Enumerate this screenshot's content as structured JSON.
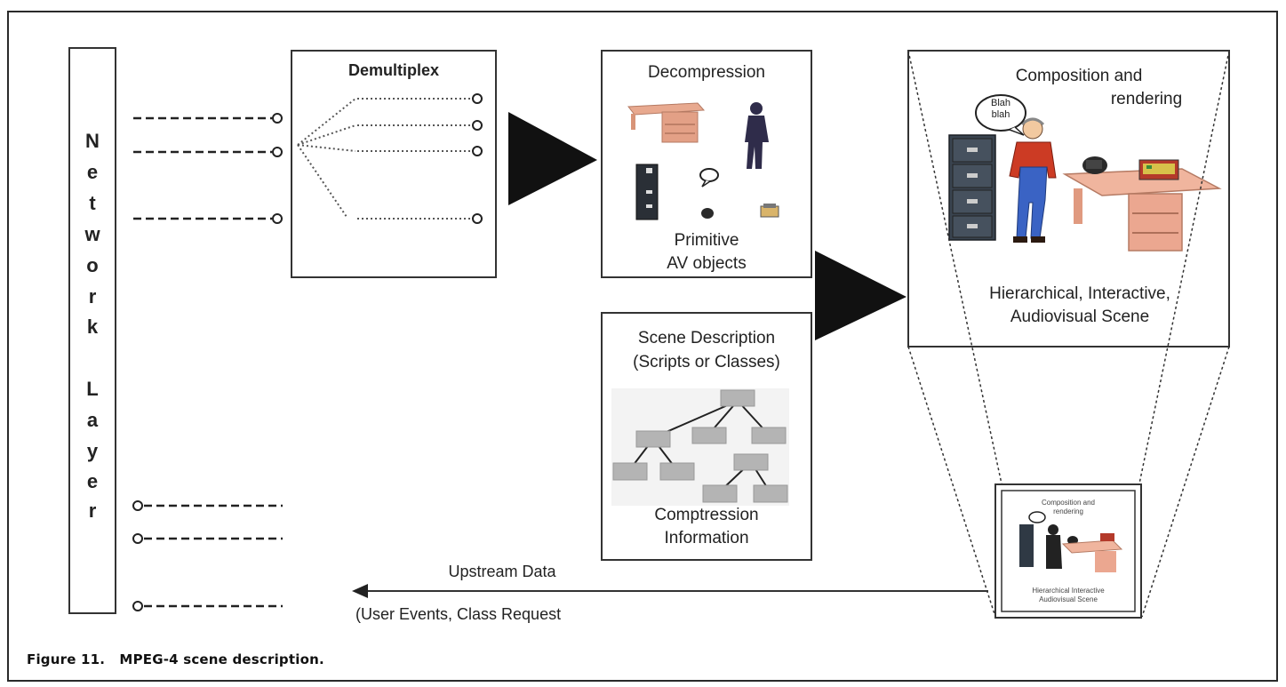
{
  "network_layer": {
    "letters": [
      "N",
      "e",
      "t",
      "w",
      "o",
      "r",
      "k",
      "",
      "L",
      "a",
      "y",
      "e",
      "r"
    ]
  },
  "demultiplex": {
    "title": "Demultiplex"
  },
  "decompression": {
    "title": "Decompression",
    "footer_line1": "Primitive",
    "footer_line2": "AV objects"
  },
  "composition": {
    "title_line1": "Composition and",
    "title_line2": "rendering",
    "speech_line1": "Blah",
    "speech_line2": "blah",
    "footer_line1": "Hierarchical, Interactive,",
    "footer_line2": "Audiovisual Scene"
  },
  "scene_description": {
    "title_line1": "Scene Description",
    "title_line2": "(Scripts or Classes)",
    "footer_line1": "Comptression",
    "footer_line2": "Information"
  },
  "mini_scene": {
    "title_line1": "Composition and",
    "title_line2": "rendering",
    "footer_line1": "Hierarchical  Interactive",
    "footer_line2": "Audiovisual Scene"
  },
  "upstream": {
    "line1": "Upstream Data",
    "line2": "(User Events, Class Request"
  },
  "caption": "Figure 11.   MPEG-4 scene description."
}
